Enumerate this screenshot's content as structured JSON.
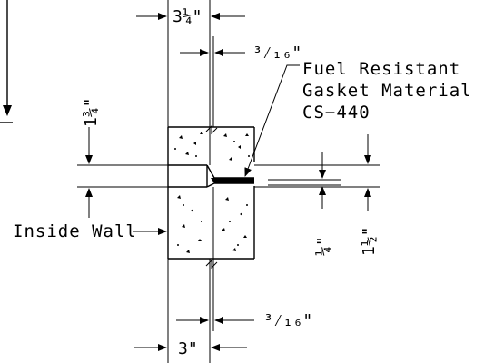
{
  "dimensions": {
    "top_width": "3¼\"",
    "top_gap": "³⁄₁₆\"",
    "left_height": "1¾\"",
    "joint_quarter": "¼\"",
    "joint_half": "1½\"",
    "bottom_gap": "³⁄₁₆\"",
    "bottom_width": "3\""
  },
  "labels": {
    "gasket_line1": "Fuel Resistant",
    "gasket_line2": "Gasket Material",
    "gasket_line3": "CS−440",
    "inside_wall": "Inside Wall"
  }
}
